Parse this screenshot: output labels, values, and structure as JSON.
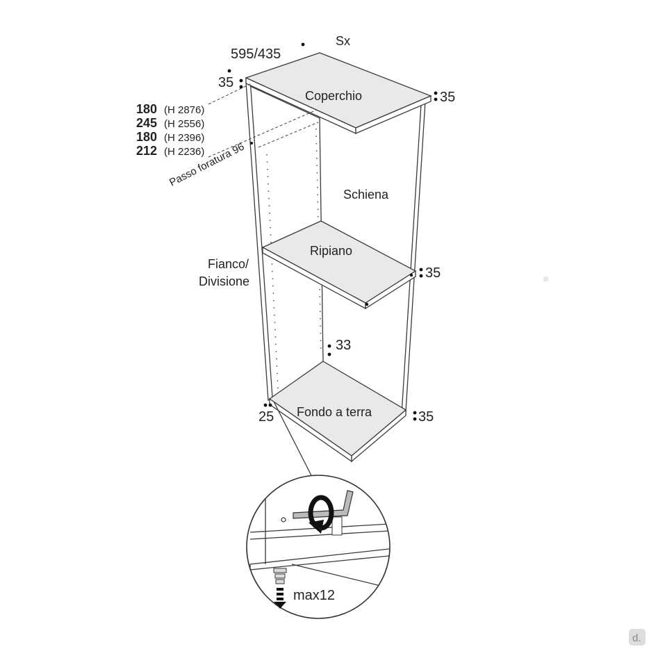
{
  "diagram": {
    "header": {
      "size": "595/435",
      "side": "Sx"
    },
    "parts": {
      "top": "Coperchio",
      "back": "Schiena",
      "shelf": "Ripiano",
      "side_line1": "Fianco/",
      "side_line2": "Divisione",
      "bottom": "Fondo a terra"
    },
    "dimensions": {
      "top_left": "35",
      "top_right": "35",
      "shelf_right": "35",
      "back_lower": "33",
      "bottom_left": "25",
      "bottom_right": "35"
    },
    "heights": [
      {
        "value": "180",
        "note": "(H 2876)"
      },
      {
        "value": "245",
        "note": "(H 2556)"
      },
      {
        "value": "180",
        "note": "(H 2396)"
      },
      {
        "value": "212",
        "note": "(H 2236)"
      }
    ],
    "hole_pitch": "Passo foratura 96",
    "detail": {
      "max_label": "max12"
    },
    "corner_logo": "d."
  }
}
